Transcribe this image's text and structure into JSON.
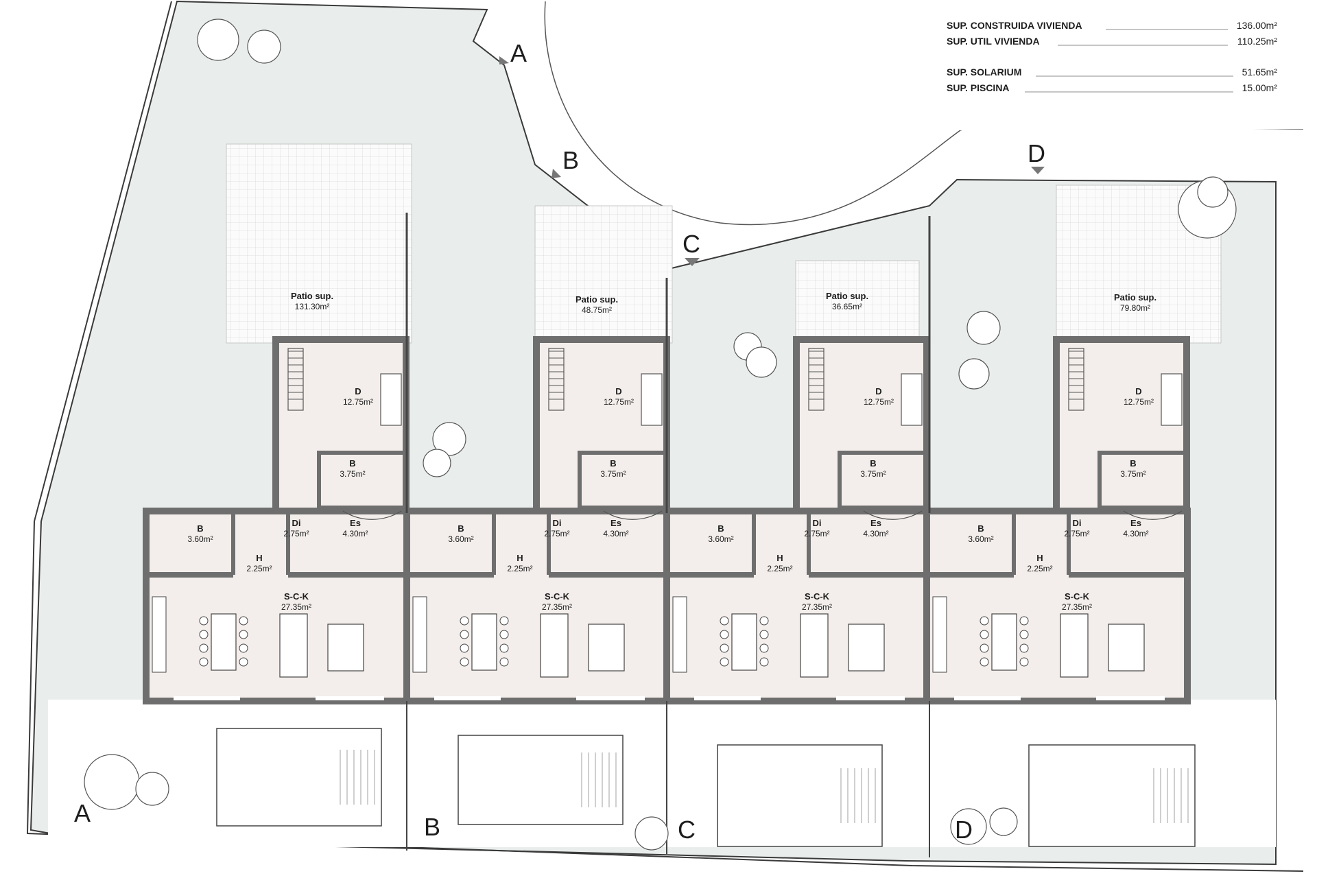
{
  "summary": [
    {
      "label": "SUP. CONSTRUIDA VIVIENDA",
      "value": "136.00m²"
    },
    {
      "label": "SUP. UTIL VIVIENDA",
      "value": "110.25m²"
    },
    {
      "label": "SUP. SOLARIUM",
      "value": "51.65m²"
    },
    {
      "label": "SUP. PISCINA",
      "value": "15.00m²"
    }
  ],
  "sections": [
    "A",
    "B",
    "C",
    "D"
  ],
  "units": [
    {
      "patio_name": "Patio sup.",
      "patio_area": "131.30m²"
    },
    {
      "patio_name": "Patio sup.",
      "patio_area": "48.75m²"
    },
    {
      "patio_name": "Patio sup.",
      "patio_area": "36.65m²"
    },
    {
      "patio_name": "Patio sup.",
      "patio_area": "79.80m²"
    }
  ],
  "rooms": [
    {
      "name": "D",
      "area": "12.75m²"
    },
    {
      "name": "B",
      "area": "3.75m²"
    },
    {
      "name": "Di",
      "area": "2.75m²"
    },
    {
      "name": "Es",
      "area": "4.30m²"
    },
    {
      "name": "B",
      "area": "3.60m²"
    },
    {
      "name": "H",
      "area": "2.25m²"
    },
    {
      "name": "S-C-K",
      "area": "27.35m²"
    }
  ],
  "colors": {
    "wall": "#6e6e6e",
    "patio": "#e9eeec",
    "room": "#f3eeeb",
    "line": "#2a2a2a"
  }
}
